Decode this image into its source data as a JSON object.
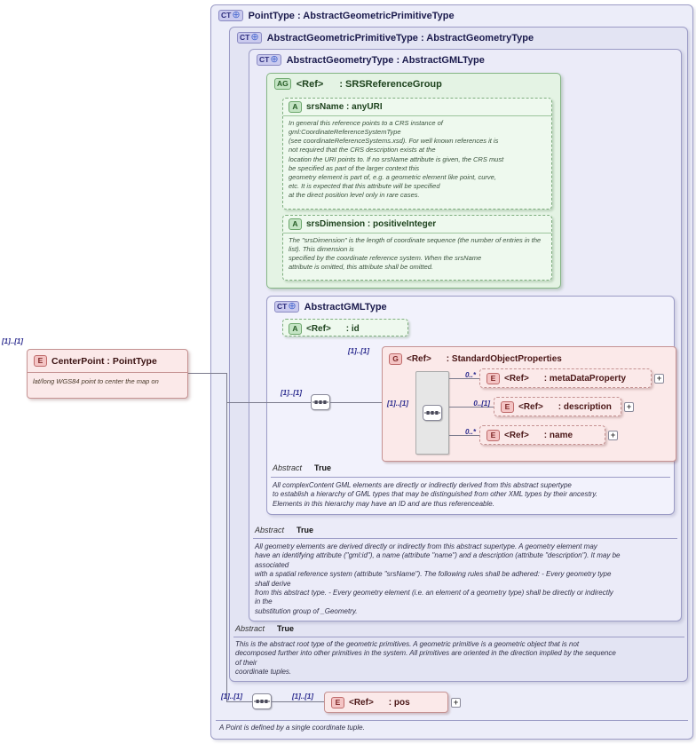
{
  "icons": {
    "ct_derivation": "⊕",
    "expand": "+"
  },
  "center_point": {
    "occurrence": "[1]..[1]",
    "badge": "E",
    "title": "CenterPoint : PointType",
    "doc": "lat/long WGS84 point to center the map on"
  },
  "point_type": {
    "badge": "CT",
    "title": "PointType : AbstractGeometricPrimitiveType",
    "sequence_occurrence": "[1]..[1]",
    "pos_element": {
      "occurrence": "[1]..[1]",
      "badge": "E",
      "ref": "<Ref>",
      "type": ": pos"
    },
    "footnote": "A Point is defined by a single coordinate tuple."
  },
  "abstract_geometric_primitive_type": {
    "badge": "CT",
    "title": "AbstractGeometricPrimitiveType : AbstractGeometryType",
    "abstract_label": "Abstract",
    "abstract_value": "True",
    "doc": "This is the abstract root type of the geometric primitives. A geometric primitive is a geometric object that is not\ndecomposed further into other primitives in the system. All primitives are oriented in the direction implied by the sequence\nof their\ncoordinate tuples."
  },
  "abstract_geometry_type": {
    "badge": "CT",
    "title": "AbstractGeometryType : AbstractGMLType",
    "abstract_label": "Abstract",
    "abstract_value": "True",
    "doc": "All geometry elements are derived directly or indirectly from this abstract supertype. A geometry element may\nhave an identifying attribute (\"gml:id\"), a name (attribute \"name\") and a description (attribute \"description\"). It may be\nassociated\nwith a spatial reference system (attribute \"srsName\"). The following rules shall be adhered: - Every geometry type\nshall derive\nfrom this abstract type. - Every geometry element (i.e. an element of a geometry type) shall be directly or indirectly\nin the\nsubstitution group of _Geometry."
  },
  "srs_reference_group": {
    "badge": "AG",
    "ref": "<Ref>",
    "type": ": SRSReferenceGroup",
    "srs_name": {
      "badge": "A",
      "title": "srsName : anyURI",
      "doc": "In general this reference points to a CRS instance of\ngml:CoordinateReferenceSystemType\n(see coordinateReferenceSystems.xsd). For well known references it is\nnot required that the CRS description exists at the\nlocation the URI points to. If no srsName attribute is given, the CRS must\nbe specified as part of the larger context this\ngeometry element is part of, e.g. a geometric element like point, curve,\netc. It is expected that this attribute will be specified\nat the direct position level only in rare cases."
    },
    "srs_dimension": {
      "badge": "A",
      "title": "srsDimension : positiveInteger",
      "doc": "The \"srsDimension\" is the length of coordinate sequence (the number of entries in the list). This dimension is\nspecified by the coordinate reference system. When the srsName\nattribute is omitted, this attribute shall be omitted."
    }
  },
  "abstract_gml_type": {
    "badge": "CT",
    "title": "AbstractGMLType",
    "id_attribute": {
      "badge": "A",
      "ref": "<Ref>",
      "type": ": id"
    },
    "sequence_occurrence": "[1]..[1]",
    "standard_object_properties": {
      "occurrence": "[1]..[1]",
      "badge": "G",
      "ref": "<Ref>",
      "type": ": StandardObjectProperties",
      "sequence_occurrence": "[1]..[1]",
      "children": [
        {
          "occurrence": "0..*",
          "badge": "E",
          "ref": "<Ref>",
          "type": ": metaDataProperty"
        },
        {
          "occurrence": "0..[1]",
          "badge": "E",
          "ref": "<Ref>",
          "type": ": description"
        },
        {
          "occurrence": "0..*",
          "badge": "E",
          "ref": "<Ref>",
          "type": ": name"
        }
      ]
    },
    "abstract_label": "Abstract",
    "abstract_value": "True",
    "doc": "All complexContent GML elements are directly or indirectly derived from this abstract supertype\nto establish a hierarchy of GML types that may be distinguished from other XML types by their ancestry.\nElements in this hierarchy may have an ID and are thus referenceable."
  }
}
